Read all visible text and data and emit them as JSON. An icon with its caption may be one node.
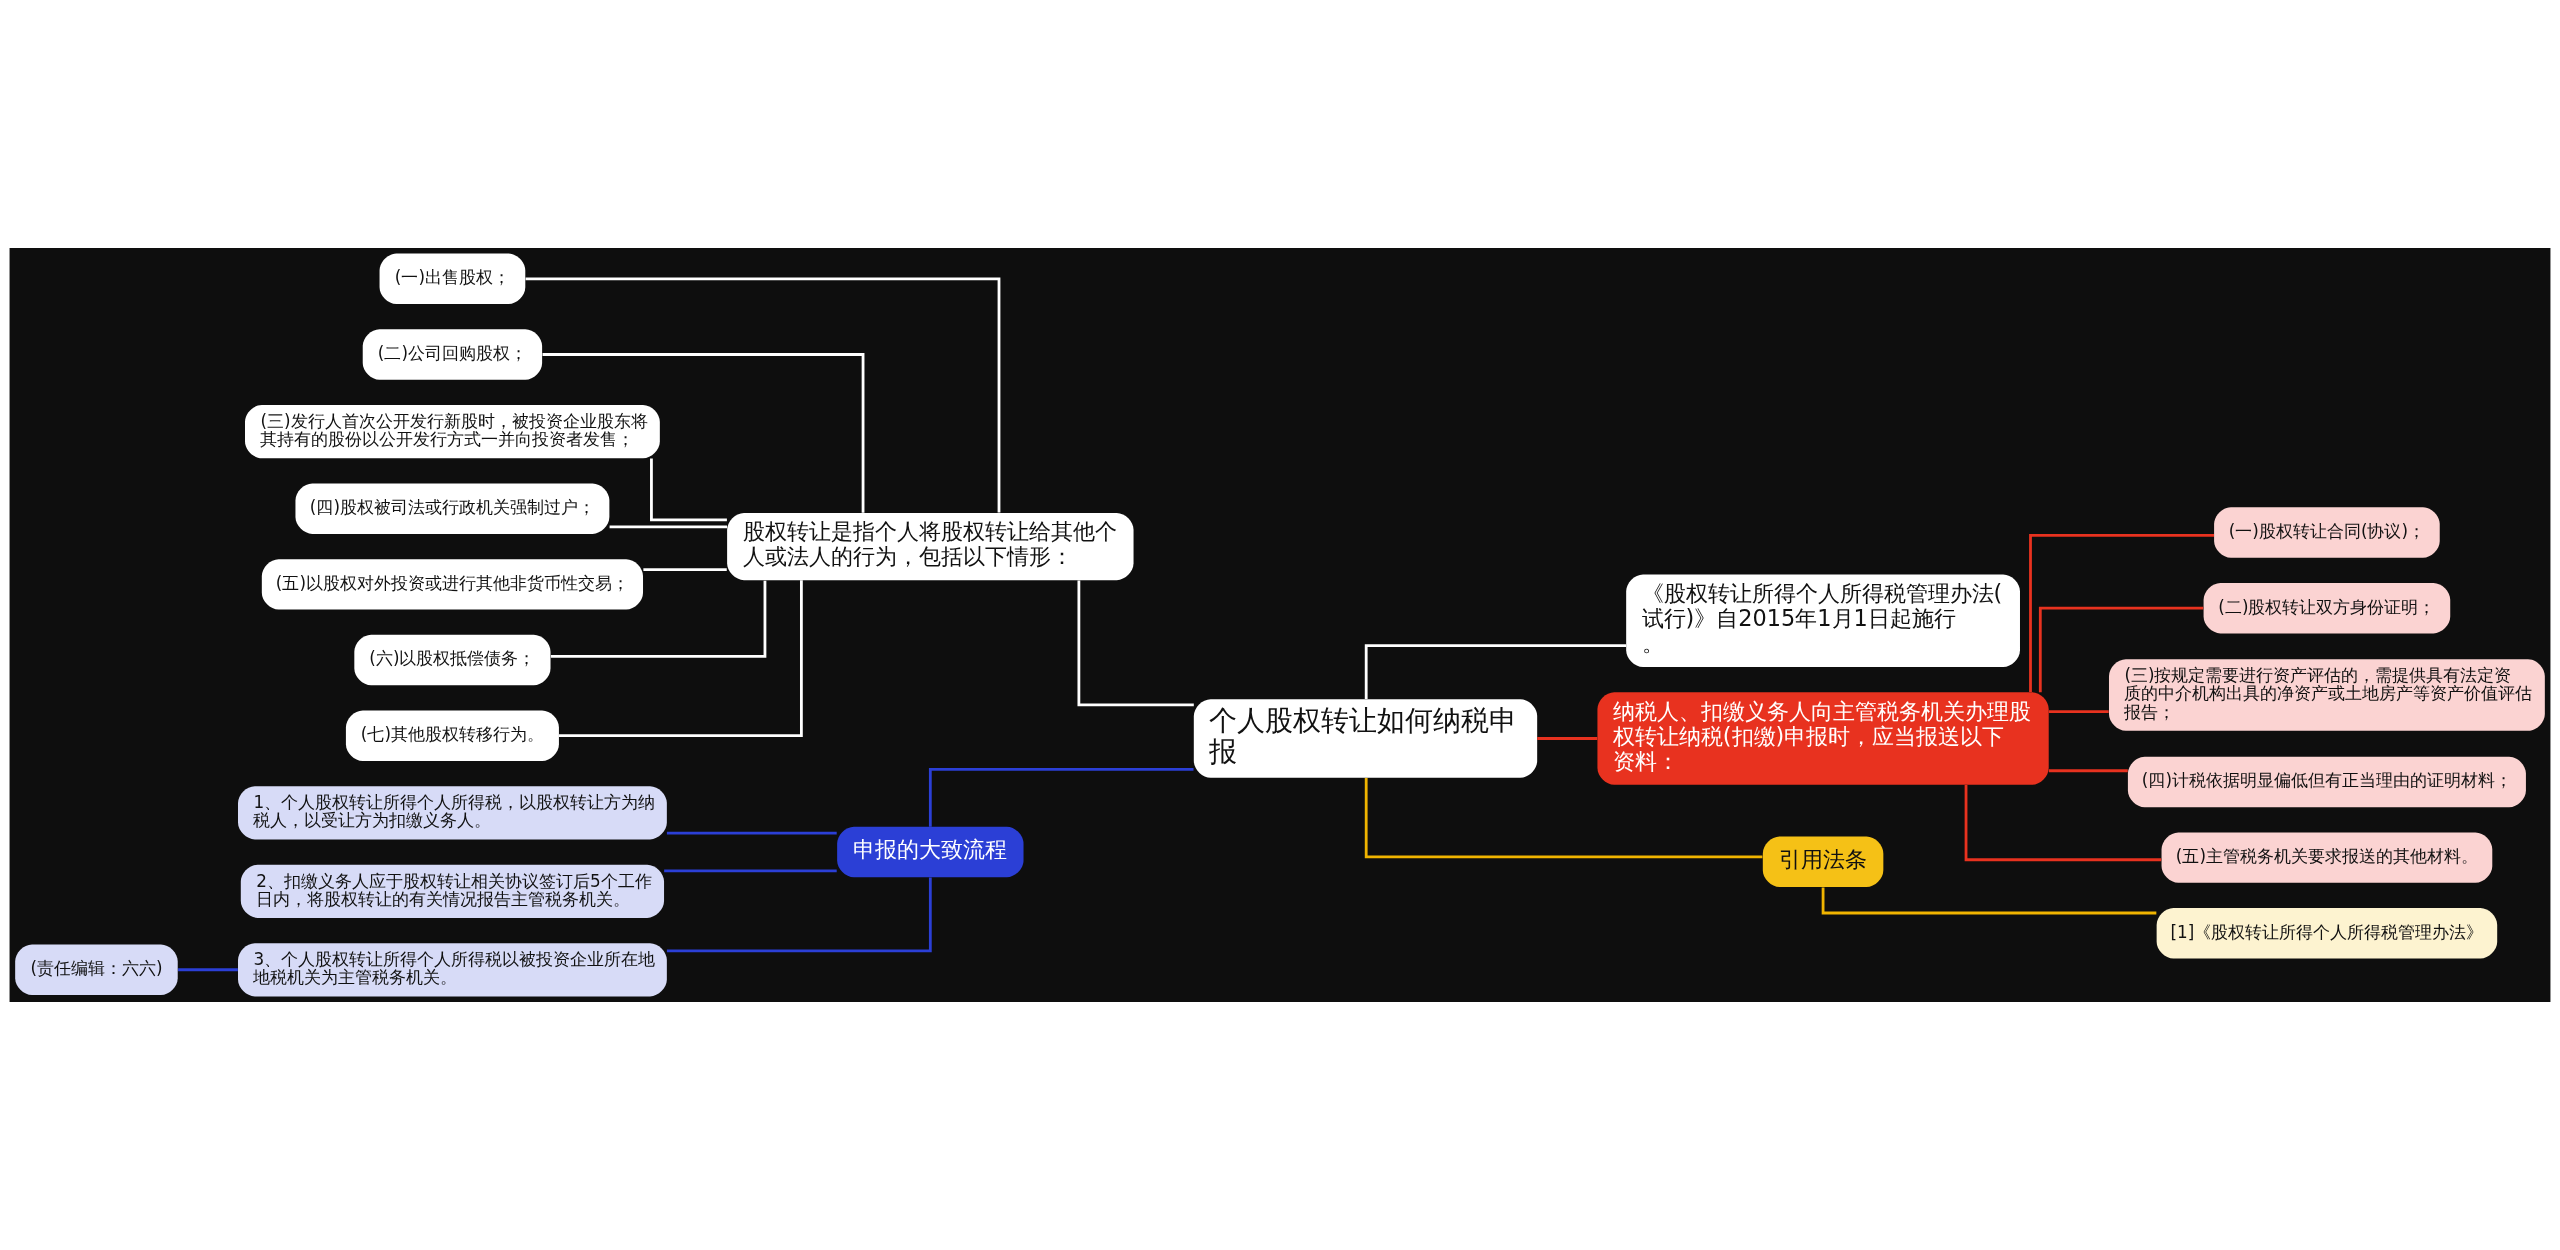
{
  "diagram": {
    "nodes": [
      {
        "text": [
          "个人股权转让如何纳税申报"
        ]
      },
      {
        "text": [
          "股权转让是指个人将股权转让给其他个人或法人的行为，包括以下情形："
        ]
      },
      {
        "text": [
          "(一)出售股权；"
        ]
      },
      {
        "text": [
          "(二)公司回购股权；"
        ]
      },
      {
        "text": [
          "(三)发行人首次公开发行新股时，被投资企业股东将其持有的股份以公开发行方式一并向投资者发售；"
        ]
      },
      {
        "text": [
          "(四)股权被司法或行政机关强制过户；"
        ]
      },
      {
        "text": [
          "(五)以股权对外投资或进行其他非货币性交易；"
        ]
      },
      {
        "text": [
          "(六)以股权抵偿债务；"
        ]
      },
      {
        "text": [
          "(七)其他股权转移行为。"
        ]
      },
      {
        "text": [
          "申报的大致流程"
        ]
      },
      {
        "text": [
          "1、个人股权转让所得个人所得税，以股权转让方为纳税人，以受让方为扣缴义务人。"
        ]
      },
      {
        "text": [
          "2、扣缴义务人应于股权转让相关协议签订后5个工作日内，将股权转让的有关情况报告主管税务机关。"
        ]
      },
      {
        "text": [
          "3、个人股权转让所得个人所得税以被投资企业所在地地税机关为主管税务机关。"
        ]
      },
      {
        "text": [
          "(责任编辑：六六)"
        ]
      },
      {
        "text": [
          "《股权转让所得个人所得税管理办法(试行)》自2015年1月1日起施行。"
        ]
      },
      {
        "text": [
          "纳税人、扣缴义务人向主管税务机关办理股权转让纳税(扣缴)申报时，应当报送以下资料："
        ]
      },
      {
        "text": [
          "(一)股权转让合同(协议)；"
        ]
      },
      {
        "text": [
          "(二)股权转让双方身份证明；"
        ]
      },
      {
        "text": [
          "(三)按规定需要进行资产评估的，需提供具有法定资质的中介机构出具的净资产或土地房产等资产价值评估报告；"
        ]
      },
      {
        "text": [
          "(四)计税依据明显偏低但有正当理由的证明材料；"
        ]
      },
      {
        "text": [
          "(五)主管税务机关要求报送的其他材料。"
        ]
      },
      {
        "text": [
          "引用法条"
        ]
      },
      {
        "text": [
          "[1]《股权转让所得个人所得税管理办法》"
        ]
      }
    ],
    "edges": [
      {
        "from": 0,
        "to": 1,
        "arrow": "none"
      },
      {
        "from": 1,
        "to": 2,
        "arrow": "none"
      },
      {
        "from": 1,
        "to": 3,
        "arrow": "none"
      },
      {
        "from": 1,
        "to": 4,
        "arrow": "none"
      },
      {
        "from": 1,
        "to": 5,
        "arrow": "none"
      },
      {
        "from": 1,
        "to": 6,
        "arrow": "none"
      },
      {
        "from": 1,
        "to": 7,
        "arrow": "none"
      },
      {
        "from": 1,
        "to": 8,
        "arrow": "none"
      },
      {
        "from": 0,
        "to": 9,
        "arrow": "none",
        "color": "#2b3fd6"
      },
      {
        "from": 9,
        "to": 10,
        "arrow": "none",
        "color": "#2b3fd6"
      },
      {
        "from": 9,
        "to": 11,
        "arrow": "none",
        "color": "#2b3fd6"
      },
      {
        "from": 9,
        "to": 12,
        "arrow": "none",
        "color": "#2b3fd6"
      },
      {
        "from": 12,
        "to": 13,
        "arrow": "none",
        "color": "#2b3fd6"
      },
      {
        "from": 0,
        "to": 14,
        "arrow": "none"
      },
      {
        "from": 0,
        "to": 15,
        "arrow": "none",
        "color": "#e8321f"
      },
      {
        "from": 15,
        "to": 16,
        "arrow": "none",
        "color": "#e8321f"
      },
      {
        "from": 15,
        "to": 17,
        "arrow": "none",
        "color": "#e8321f"
      },
      {
        "from": 15,
        "to": 18,
        "arrow": "none",
        "color": "#e8321f"
      },
      {
        "from": 15,
        "to": 19,
        "arrow": "none",
        "color": "#e8321f"
      },
      {
        "from": 15,
        "to": 20,
        "arrow": "none",
        "color": "#e8321f"
      },
      {
        "from": 0,
        "to": 21,
        "arrow": "none",
        "color": "#f0b400"
      },
      {
        "from": 21,
        "to": 22,
        "arrow": "none",
        "color": "#f0b400"
      }
    ]
  }
}
